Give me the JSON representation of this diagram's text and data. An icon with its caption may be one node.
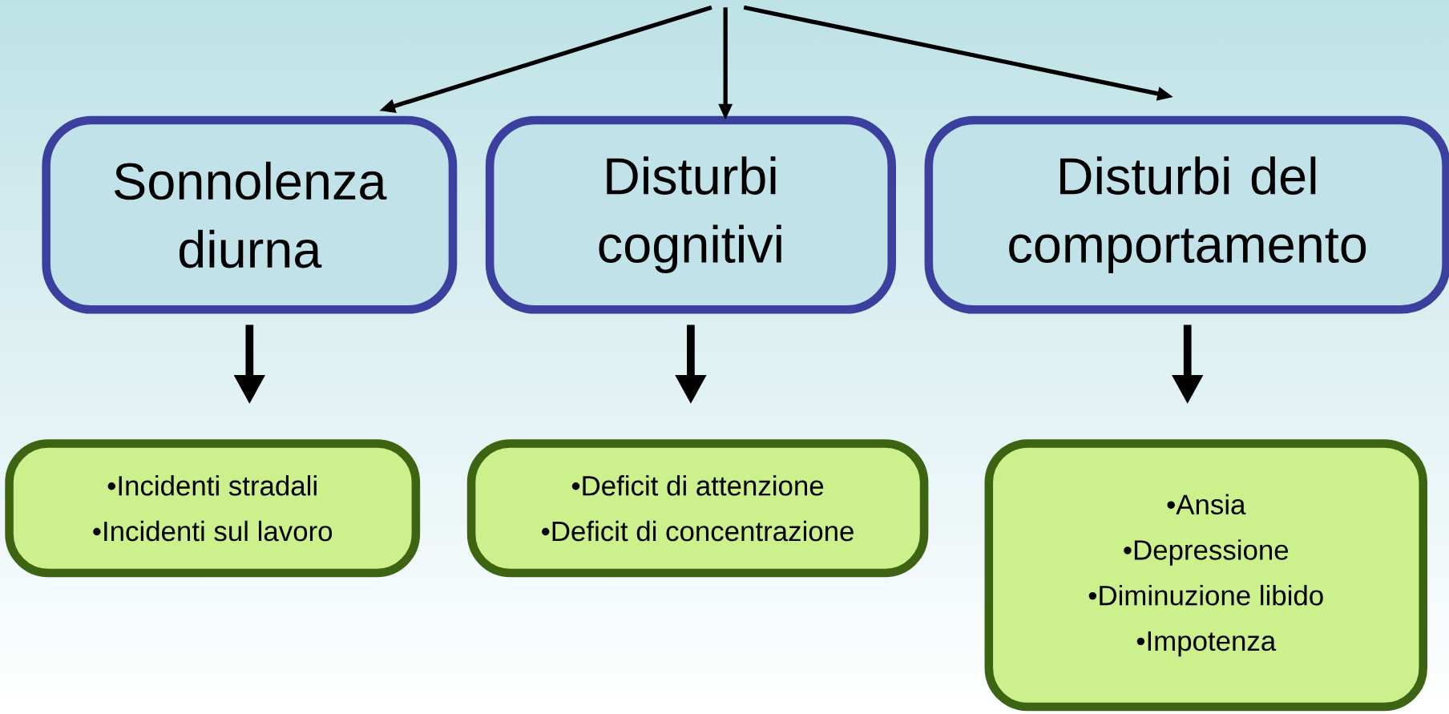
{
  "diagram": {
    "nodes": [
      {
        "text": [
          "Sonnolenza diurna"
        ]
      },
      {
        "text": [
          "Disturbi cognitivi"
        ]
      },
      {
        "text": [
          "Disturbi del comportamento"
        ]
      },
      {
        "text": [
          "•Incidenti stradali",
          "•Incidenti sul lavoro"
        ]
      },
      {
        "text": [
          "•Deficit di attenzione",
          "•Deficit di concentrazione"
        ]
      },
      {
        "text": [
          "•Ansia",
          "•Depressione",
          "•Diminuzione libido",
          "•Impotenza"
        ]
      }
    ],
    "edges": [
      {
        "from": null,
        "to": 0,
        "arrow": "to"
      },
      {
        "from": null,
        "to": 1,
        "arrow": "to"
      },
      {
        "from": null,
        "to": 2,
        "arrow": "to"
      },
      {
        "from": 0,
        "to": 3,
        "arrow": "to",
        "style": "thick"
      },
      {
        "from": 1,
        "to": 4,
        "arrow": "to",
        "style": "thick"
      },
      {
        "from": 2,
        "to": 5,
        "arrow": "to",
        "style": "thick"
      }
    ]
  }
}
